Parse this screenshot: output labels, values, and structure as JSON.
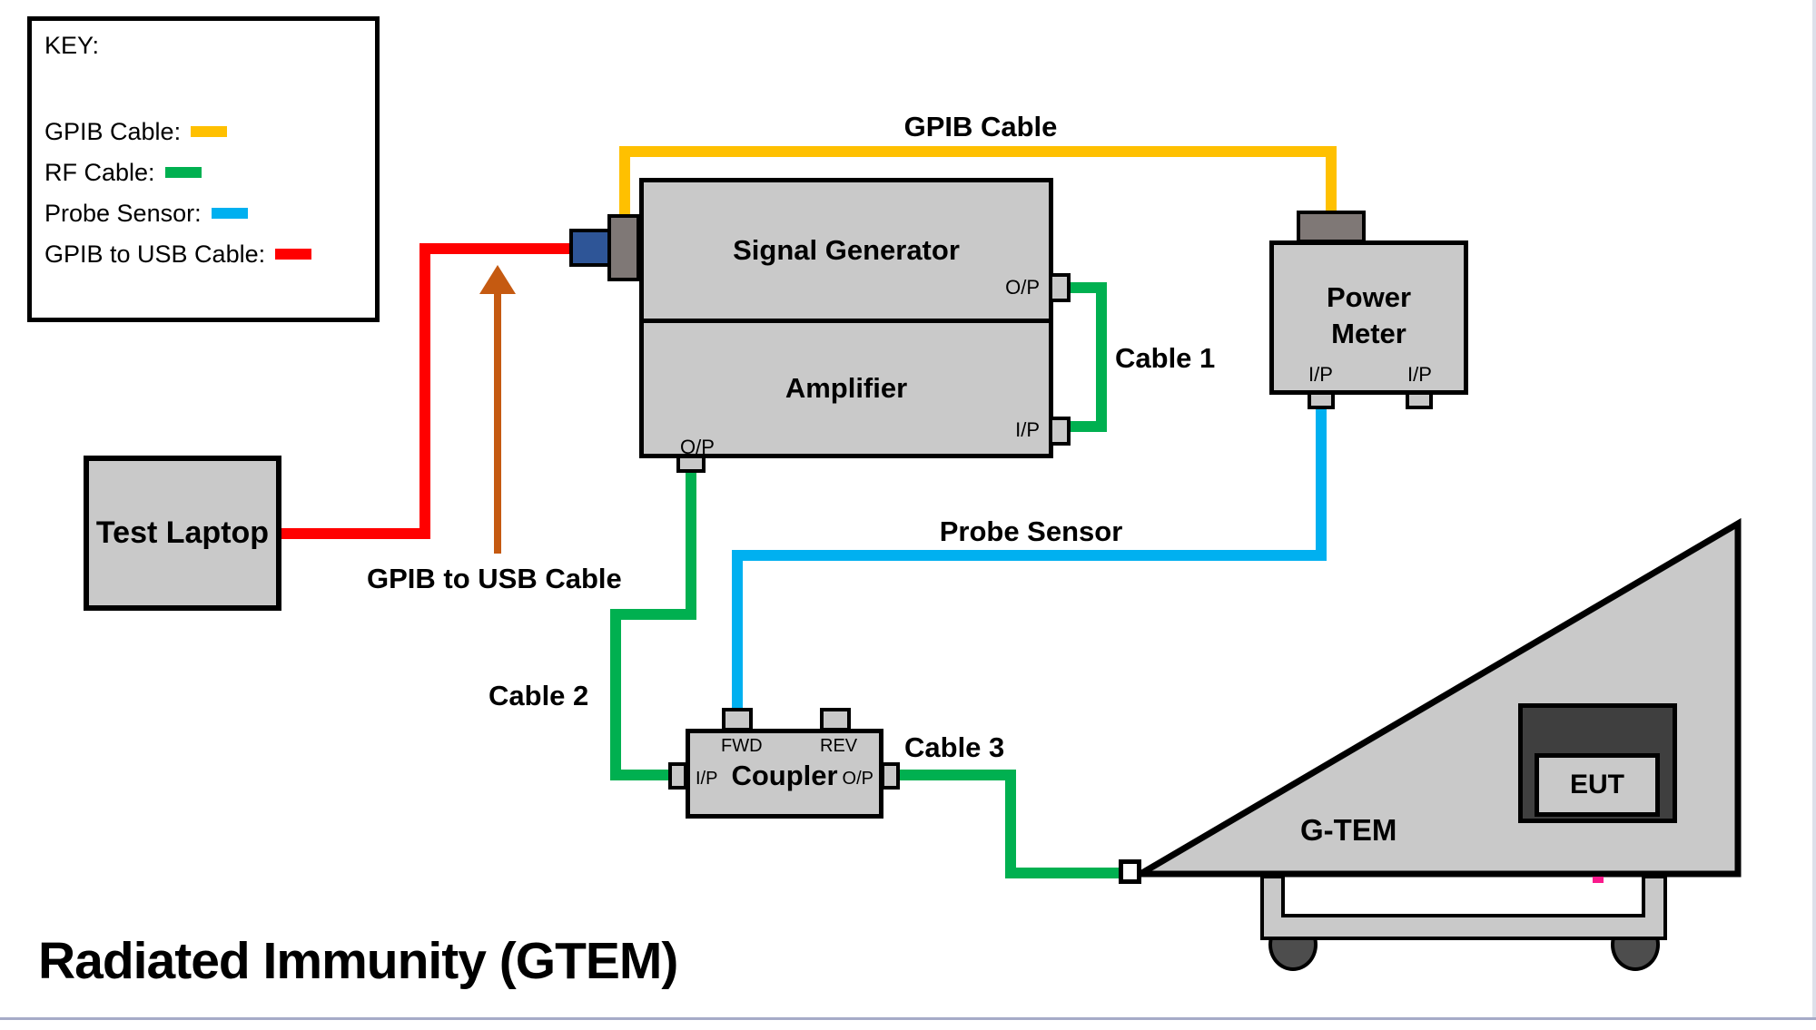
{
  "title": "Radiated Immunity (GTEM)",
  "key": {
    "heading": "KEY:",
    "entries": [
      {
        "label": "GPIB Cable:",
        "color": "#FFC000"
      },
      {
        "label": "RF Cable:",
        "color": "#00B050"
      },
      {
        "label": "Probe Sensor:",
        "color": "#00B0F0"
      },
      {
        "label": "GPIB to USB Cable:",
        "color": "#FF0000"
      }
    ]
  },
  "devices": {
    "test_laptop": {
      "label": "Test Laptop"
    },
    "signal_generator": {
      "label": "Signal Generator",
      "output_port": "O/P"
    },
    "amplifier": {
      "label": "Amplifier",
      "input_port": "I/P",
      "output_port": "O/P"
    },
    "power_meter": {
      "label_line1": "Power",
      "label_line2": "Meter",
      "input_port_left": "I/P",
      "input_port_right": "I/P"
    },
    "coupler": {
      "label": "Coupler",
      "fwd_port": "FWD",
      "rev_port": "REV",
      "input_port": "I/P",
      "output_port": "O/P"
    },
    "gtem": {
      "label": "G-TEM"
    },
    "eut": {
      "label": "EUT"
    }
  },
  "cables": {
    "gpib": {
      "label": "GPIB Cable",
      "color": "#FFC000"
    },
    "cable1": {
      "label": "Cable 1",
      "color": "#00B050"
    },
    "cable2": {
      "label": "Cable 2",
      "color": "#00B050"
    },
    "cable3": {
      "label": "Cable 3",
      "color": "#00B050"
    },
    "probe_sensor": {
      "label": "Probe Sensor",
      "color": "#00B0F0"
    },
    "gpib_to_usb": {
      "label": "GPIB to USB Cable",
      "color": "#FF0000",
      "arrow_color": "#C55A11"
    }
  },
  "colors": {
    "device_fill": "#C9C9C9",
    "connector_dark_gray": "#7F7876",
    "connector_blue": "#2E5597",
    "eut_dark": "#3F3F3F",
    "wheel": "#4D4D4D",
    "pink_mark": "#FA1A8C",
    "slide_bottom_line": "#A6ABC8",
    "slide_right_line": "#DDE0EA"
  }
}
